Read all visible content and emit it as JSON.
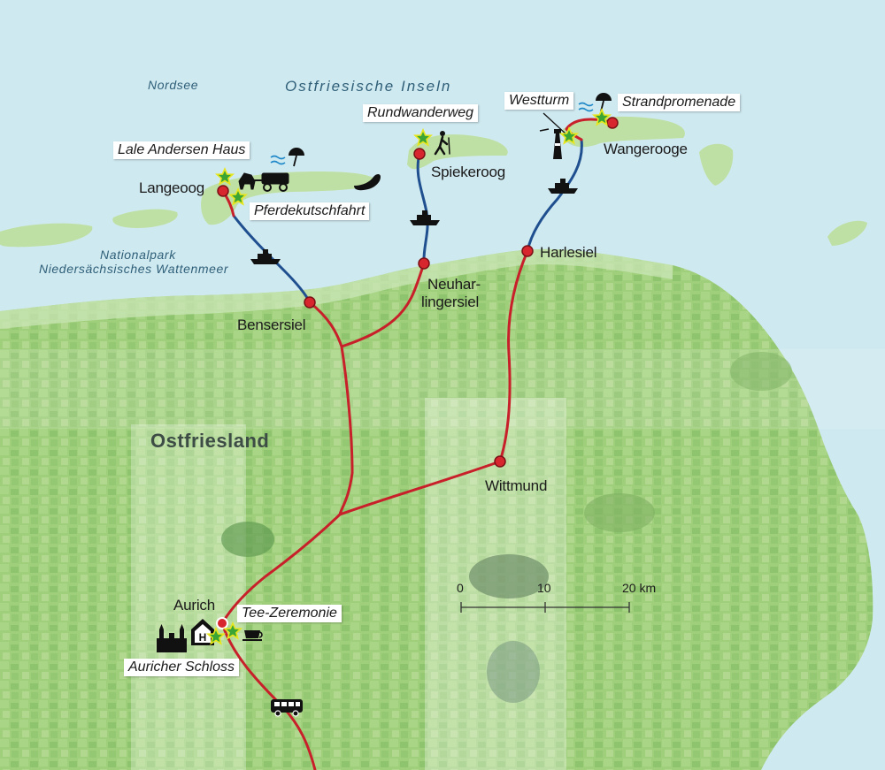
{
  "map": {
    "sea_labels": {
      "nordsee": "Nordsee",
      "inseln": "Ostfriesische Inseln",
      "nationalpark_1": "Nationalpark",
      "nationalpark_2": "Niedersächsisches Wattenmeer"
    },
    "region_label": "Ostfriesland",
    "places": {
      "langeoog": "Langeoog",
      "spiekeroog": "Spiekeroog",
      "wangerooge": "Wangerooge",
      "bensersiel": "Bensersiel",
      "neuharlingersiel_1": "Neuhar-",
      "neuharlingersiel_2": "lingersiel",
      "harlesiel": "Harlesiel",
      "wittmund": "Wittmund",
      "aurich": "Aurich"
    },
    "highlights": {
      "lale_andersen": "Lale Andersen Haus",
      "pferdekutschfahrt": "Pferdekutschfahrt",
      "rundwanderweg": "Rundwanderweg",
      "westturm": "Westturm",
      "strandpromenade": "Strandpromenade",
      "tee_zeremonie": "Tee-Zeremonie",
      "auricher_schloss": "Auricher Schloss"
    },
    "scale": {
      "tick_0": "0",
      "tick_10": "10",
      "tick_20": "20 km"
    },
    "colors": {
      "sea": "#cfe9f0",
      "land": "#9fce7c",
      "route_land": "#c8202a",
      "route_ferry": "#1f4f8f",
      "marker": "#d7262e",
      "star": "#3aa535"
    },
    "icons": [
      "ferry-icon",
      "horse-carriage-icon",
      "seal-icon",
      "beach-icon",
      "hiker-icon",
      "lighthouse-icon",
      "castle-icon",
      "hotel-icon",
      "tea-cup-icon",
      "bus-icon",
      "star-icon"
    ]
  }
}
